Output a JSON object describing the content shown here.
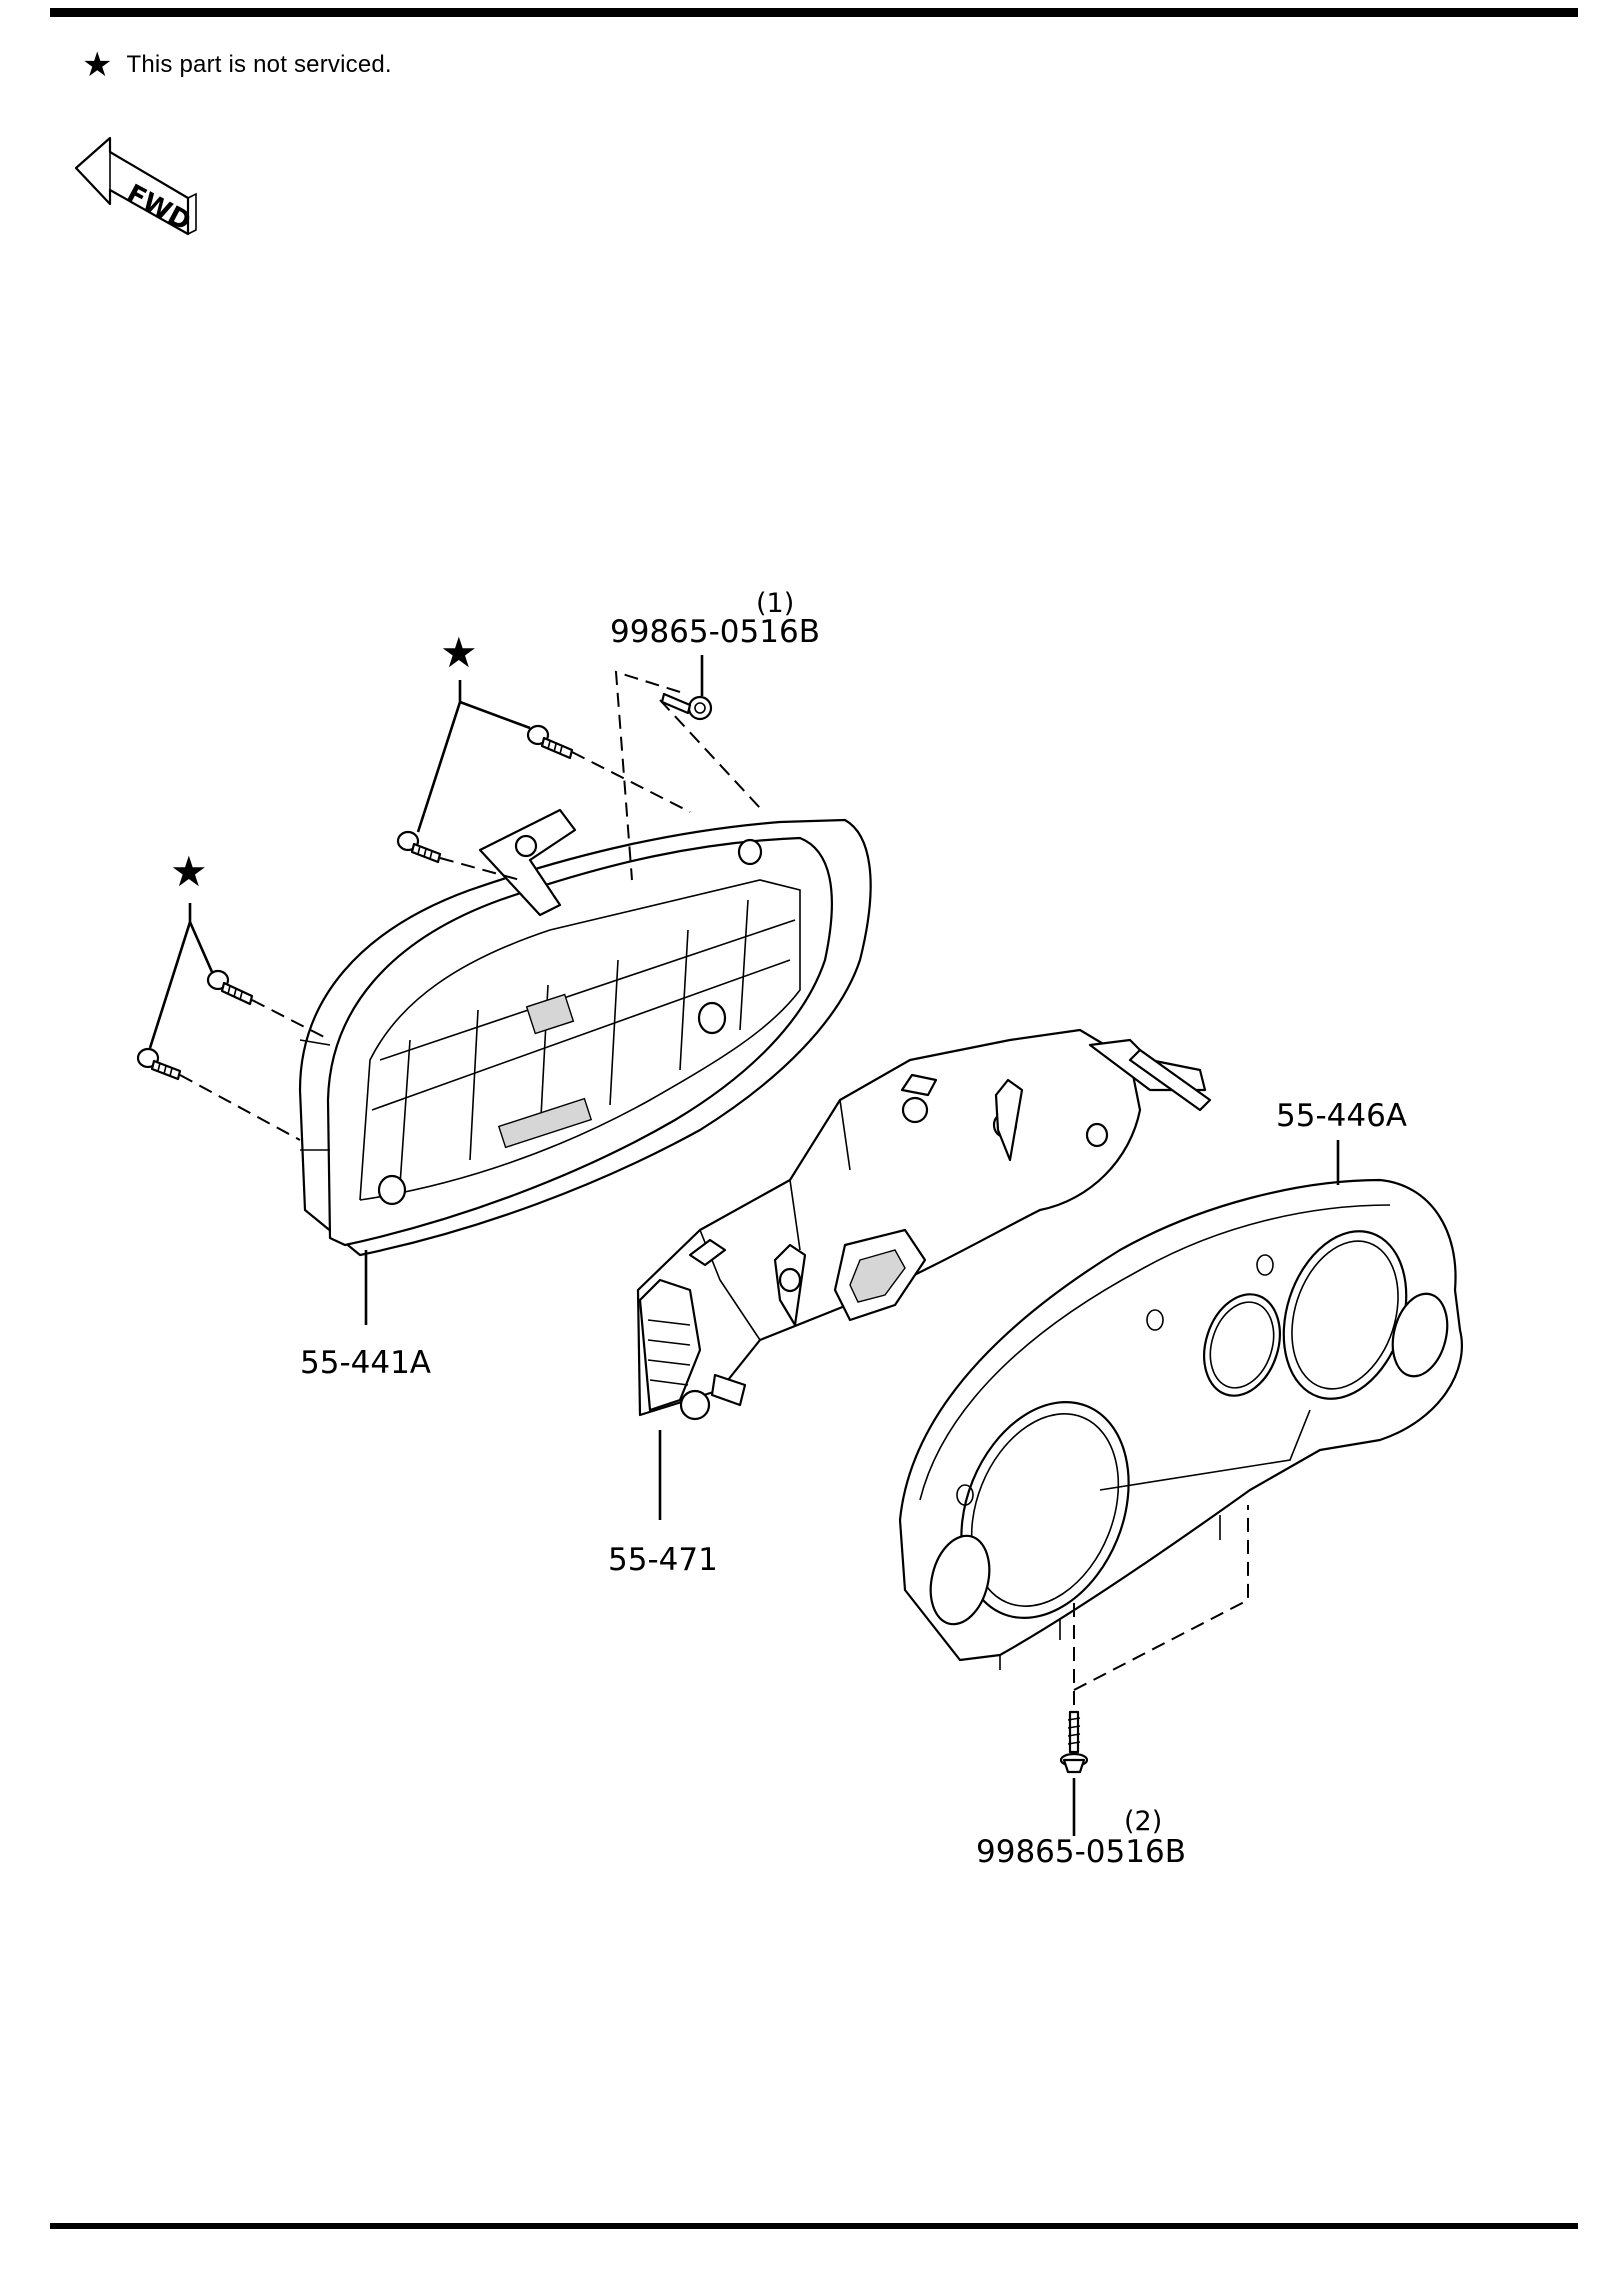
{
  "legend": {
    "symbol": "★",
    "text": "This part is not serviced."
  },
  "fwd_label": "FWD",
  "callouts": {
    "screw_top": {
      "ref": "(1)",
      "part": "99865-0516B"
    },
    "screw_bottom": {
      "ref": "(2)",
      "part": "99865-0516B"
    },
    "rear_housing": "55-441A",
    "meter_body": "55-471",
    "front_panel": "55-446A",
    "star_marker": "★"
  }
}
